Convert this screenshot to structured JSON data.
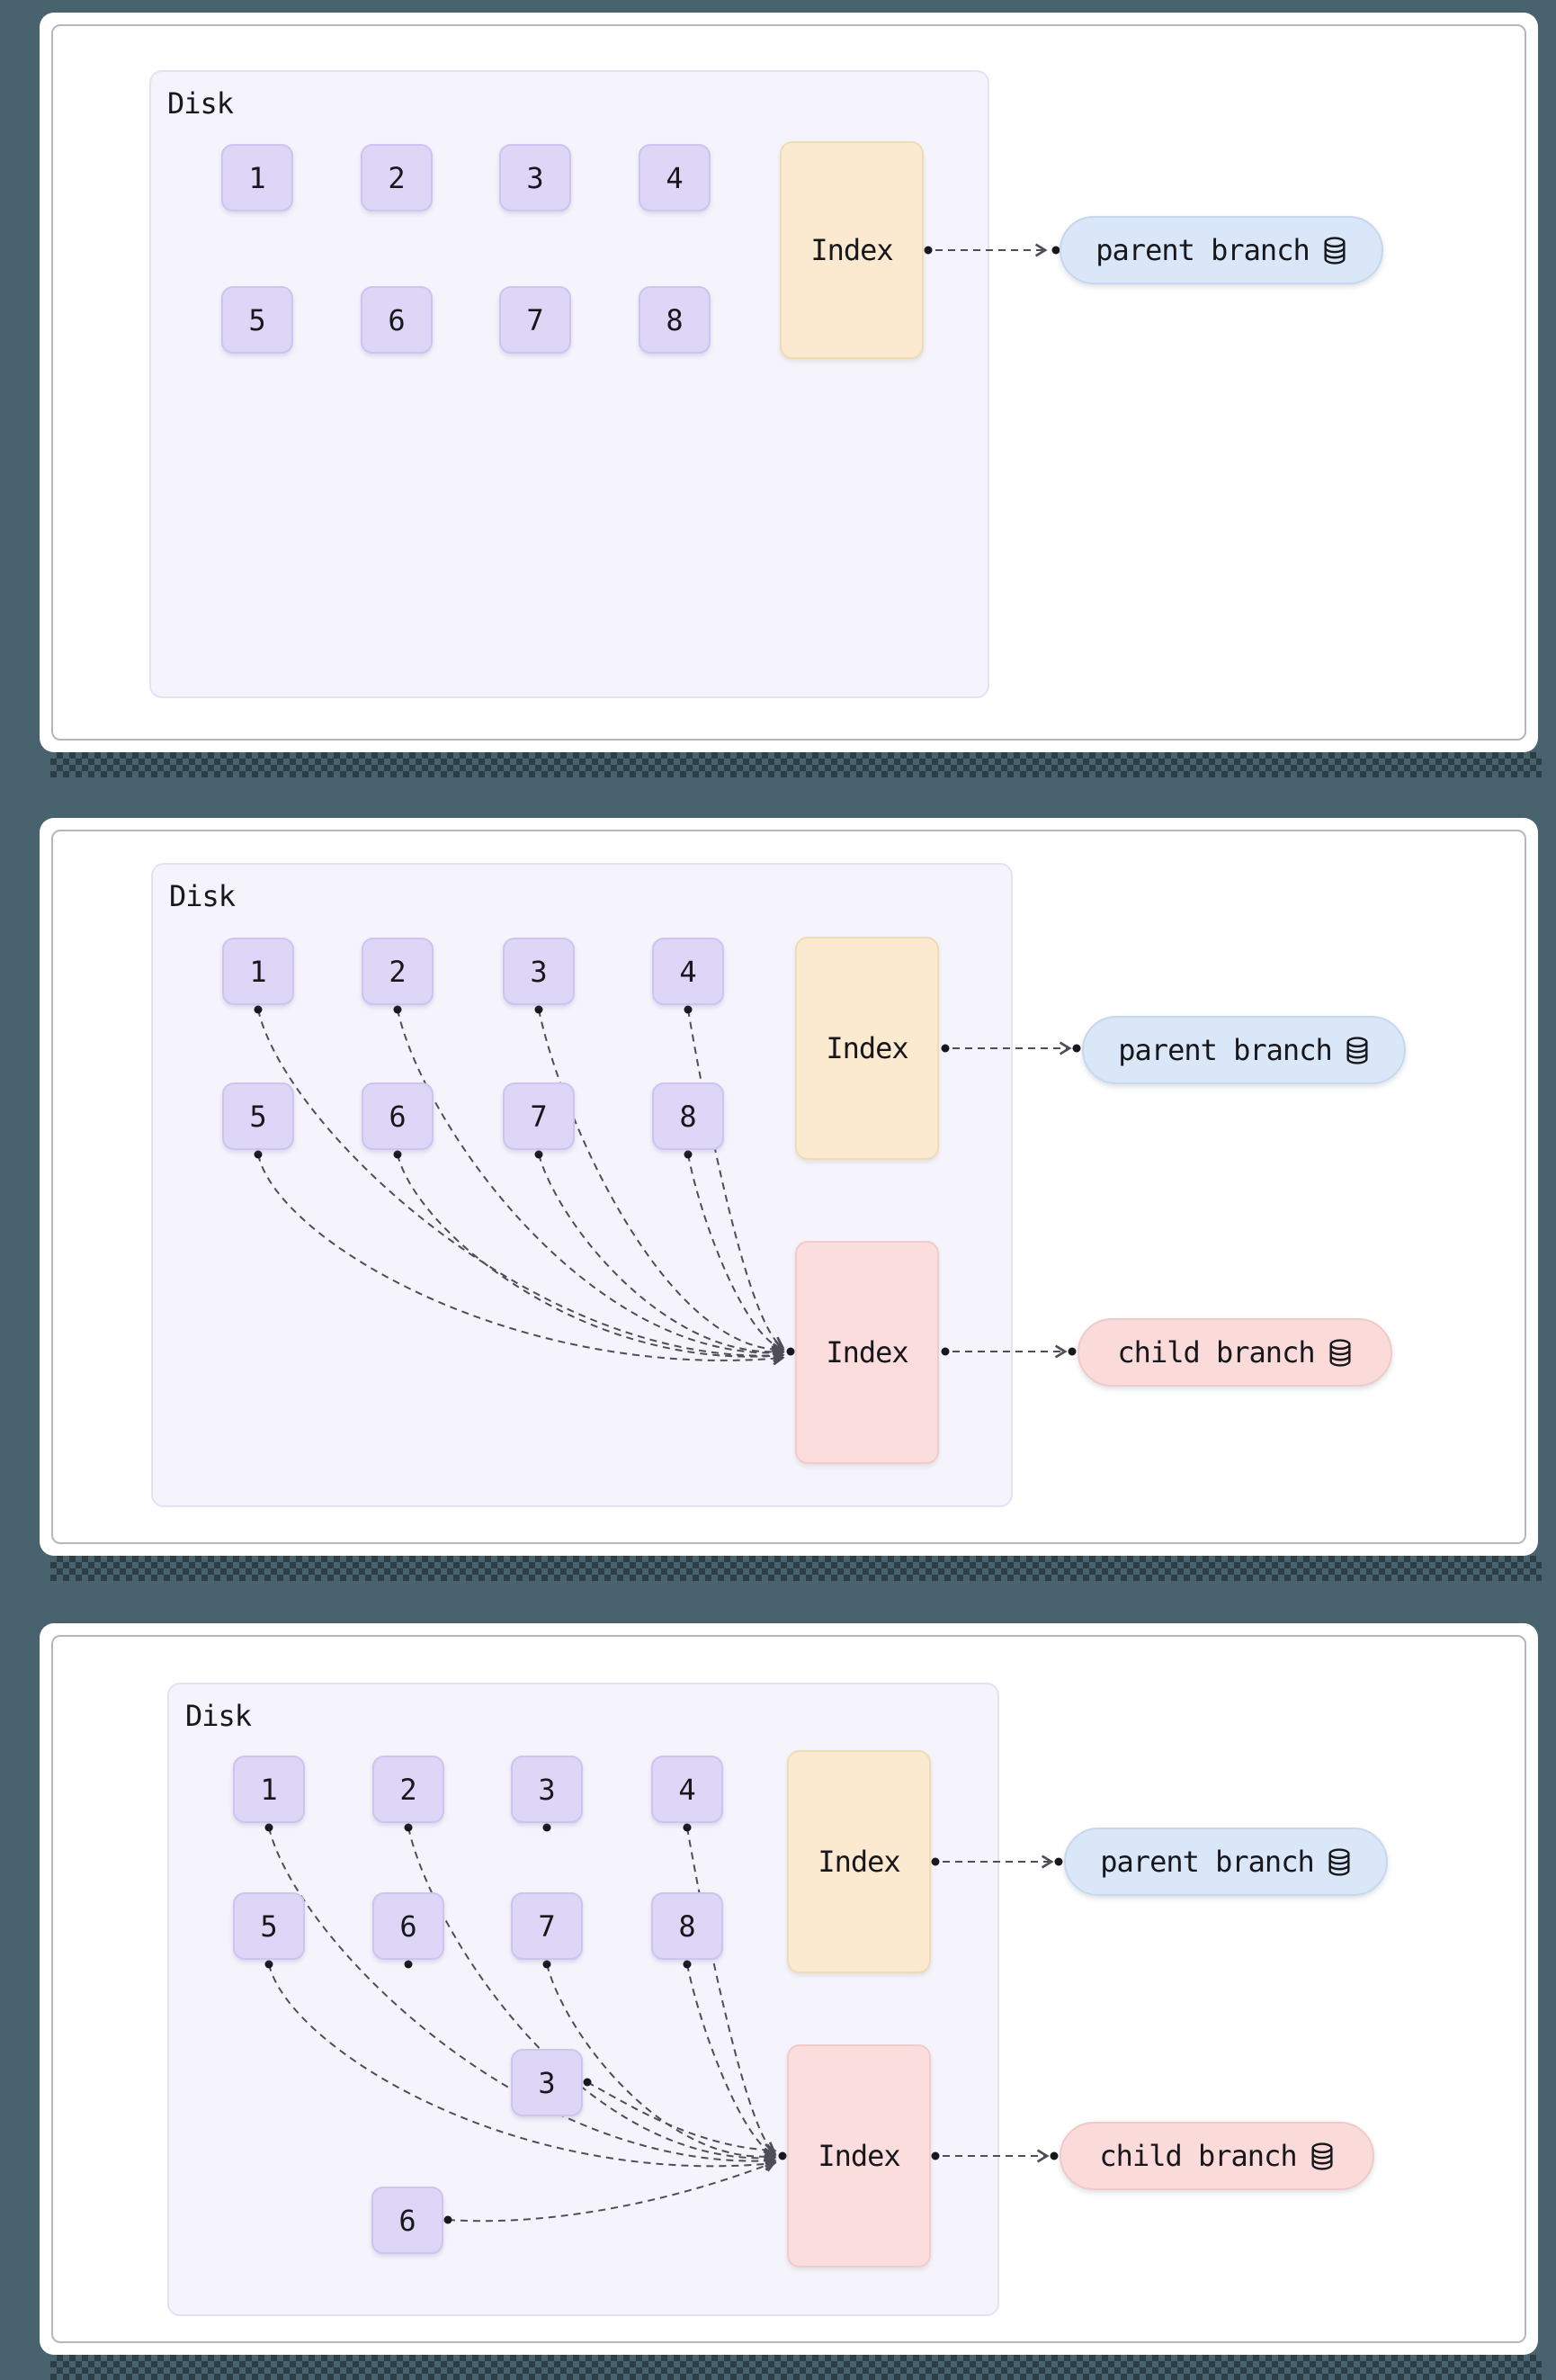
{
  "colors": {
    "background": "#49636e",
    "card": "#ffffff",
    "disk_fill": "#f5f4fc",
    "block_fill": "#ddd6f7",
    "parent_index_fill": "#fcead0",
    "child_index_fill": "#fbdddd",
    "parent_branch_fill": "#d9e7f8",
    "child_branch_fill": "#fbdada",
    "text": "#17171c",
    "connector": "#4e4e58"
  },
  "panels": [
    {
      "name": "panel-1",
      "disk_label": "Disk",
      "blocks": [
        "1",
        "2",
        "3",
        "4",
        "5",
        "6",
        "7",
        "8"
      ],
      "parent_index_label": "Index",
      "parent_branch_label": "parent branch"
    },
    {
      "name": "panel-2",
      "disk_label": "Disk",
      "blocks": [
        "1",
        "2",
        "3",
        "4",
        "5",
        "6",
        "7",
        "8"
      ],
      "parent_index_label": "Index",
      "child_index_label": "Index",
      "parent_branch_label": "parent branch",
      "child_branch_label": "child branch"
    },
    {
      "name": "panel-3",
      "disk_label": "Disk",
      "blocks": [
        "1",
        "2",
        "3",
        "4",
        "5",
        "6",
        "7",
        "8"
      ],
      "new_blocks": [
        "3",
        "6"
      ],
      "parent_index_label": "Index",
      "child_index_label": "Index",
      "parent_branch_label": "parent branch",
      "child_branch_label": "child branch"
    }
  ]
}
